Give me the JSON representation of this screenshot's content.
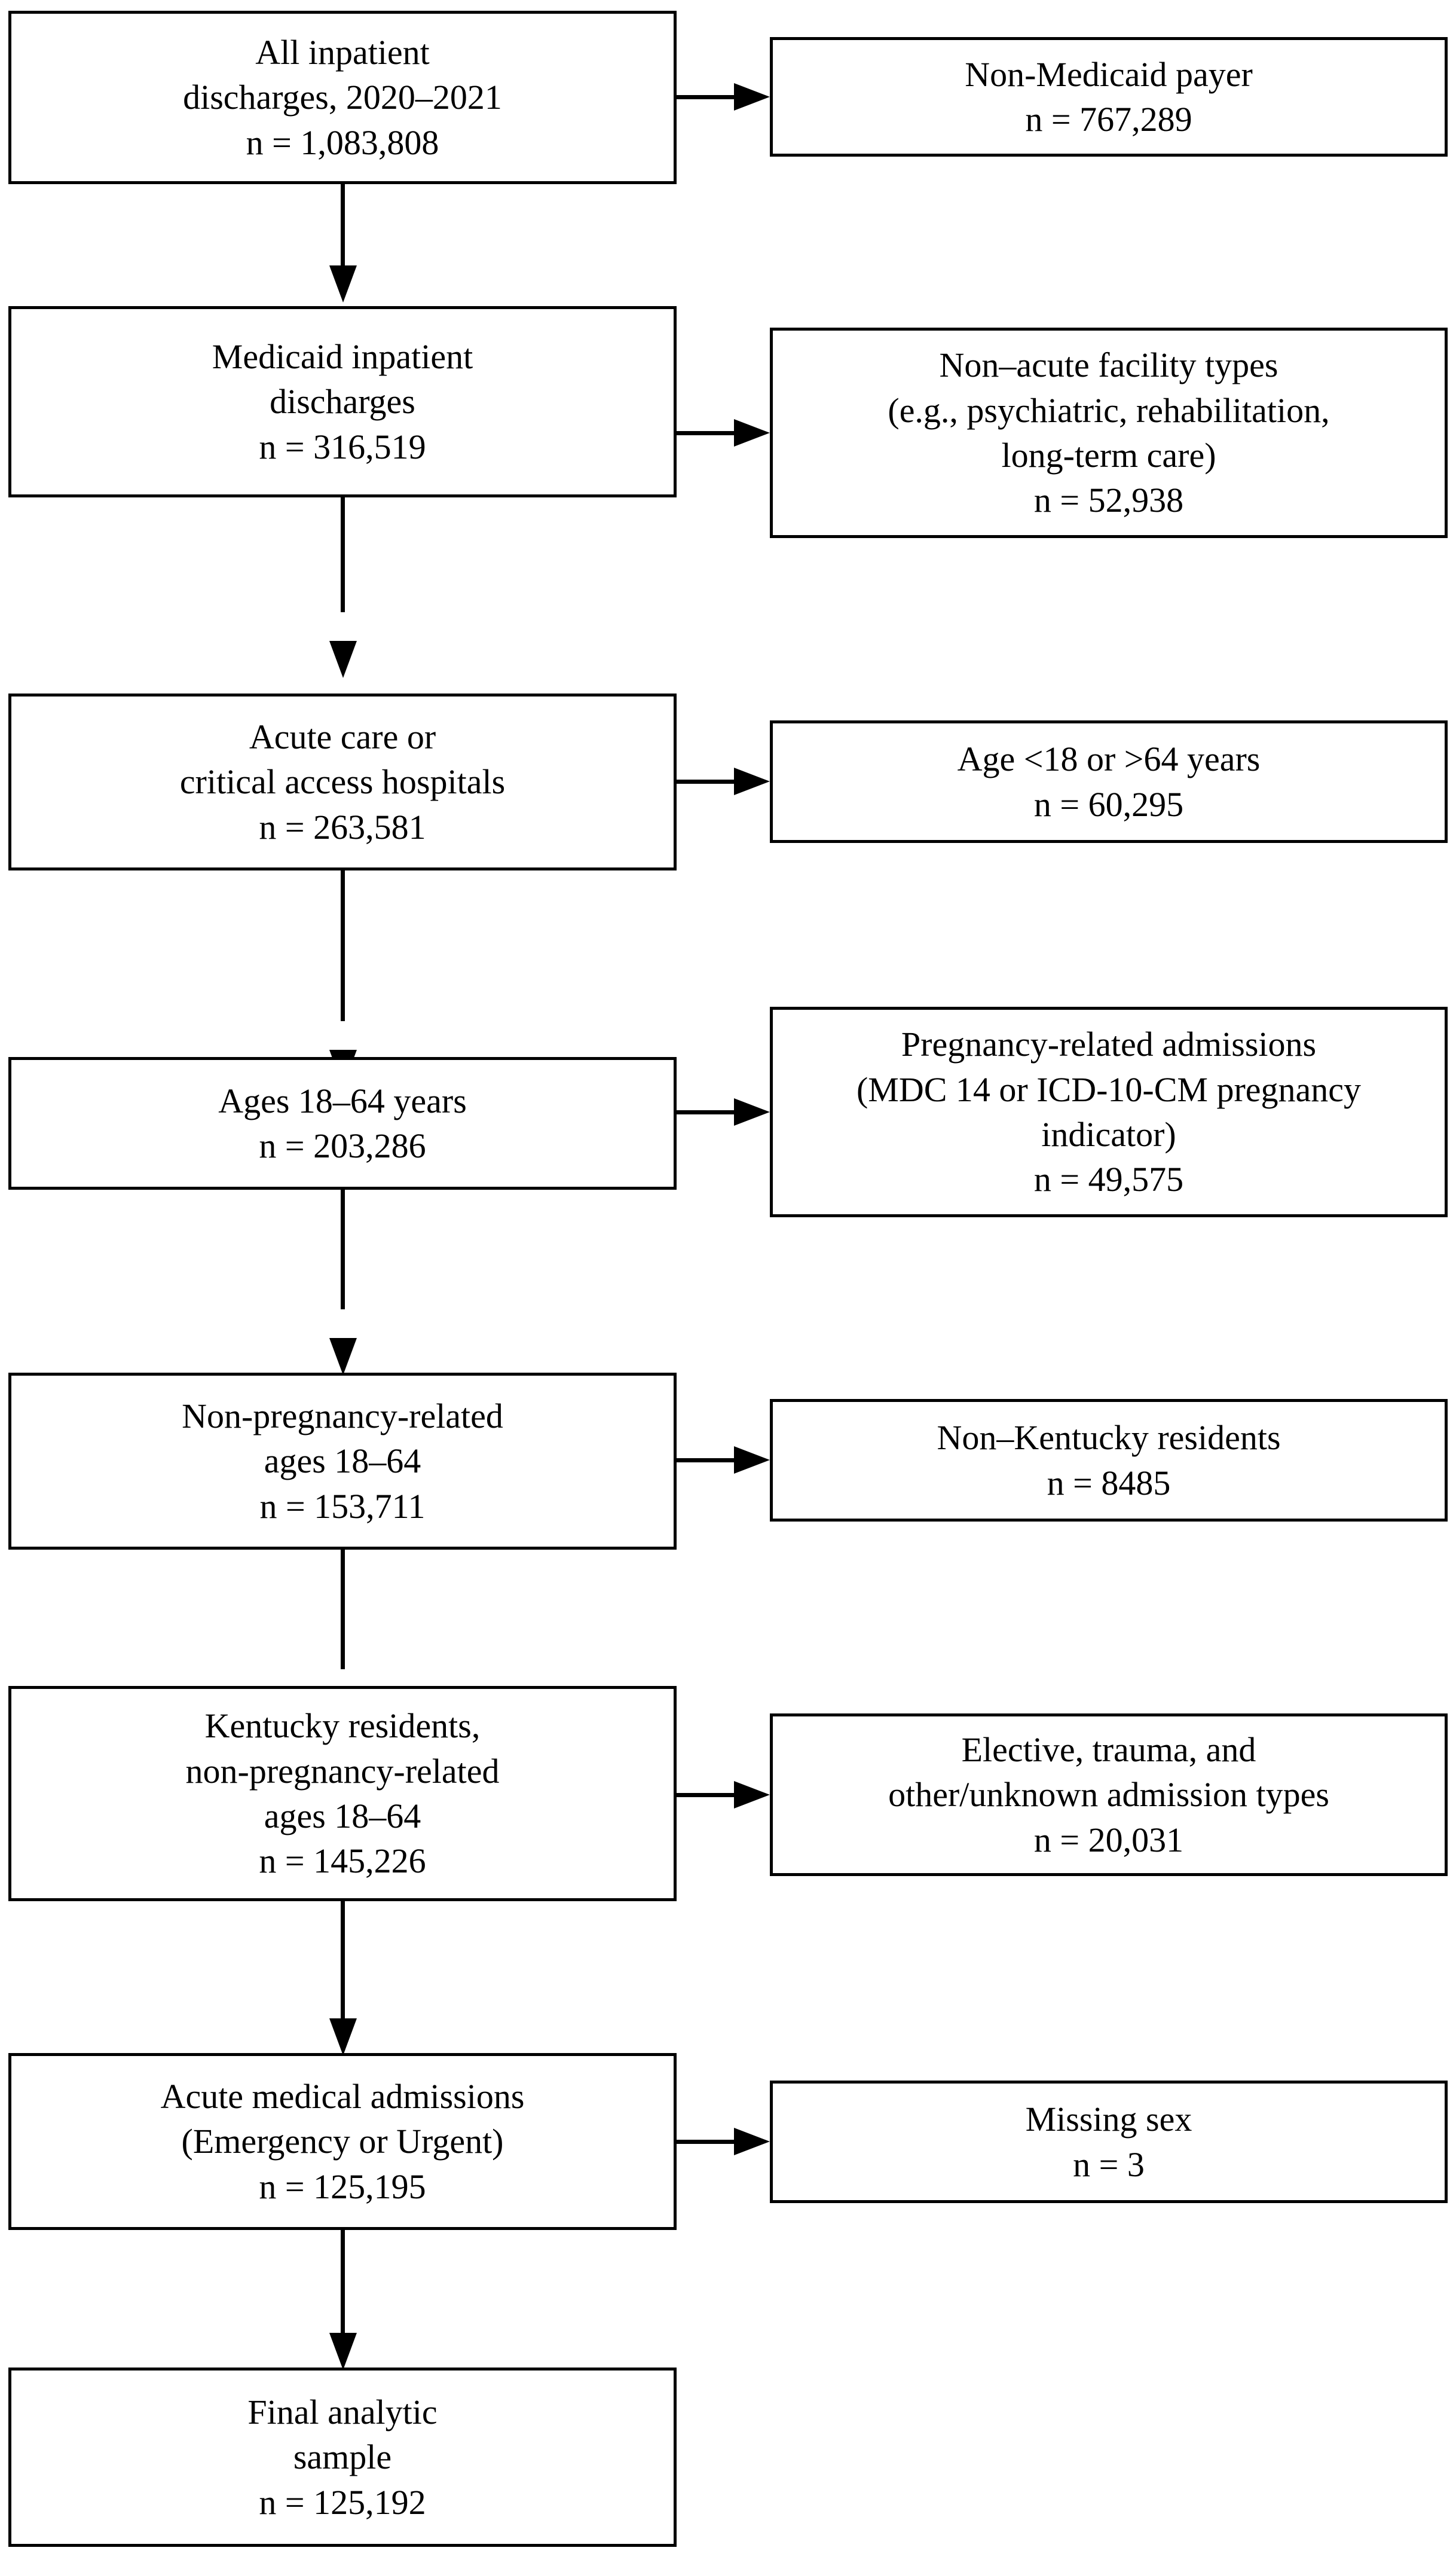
{
  "diagram": {
    "type": "flowchart",
    "title": "Study sample selection flow diagram",
    "orientation": "top-to-bottom with right-side exclusion branches",
    "colors": {
      "box_border": "#000000",
      "box_fill": "#ffffff",
      "connector": "#000000",
      "text": "#000000"
    }
  },
  "main_nodes": [
    {
      "id": "all-discharges",
      "lines": [
        "All inpatient",
        "discharges, 2020–2021",
        "n = 1,083,808"
      ],
      "count_label": "n = 1,083,808",
      "count_value": 1083808
    },
    {
      "id": "medicaid-discharges",
      "lines": [
        "Medicaid inpatient",
        "discharges",
        "n = 316,519"
      ],
      "count_label": "n = 316,519",
      "count_value": 316519
    },
    {
      "id": "acute-hospitals",
      "lines": [
        "Acute care or",
        "critical access hospitals",
        "n = 263,581"
      ],
      "count_label": "n = 263,581",
      "count_value": 263581
    },
    {
      "id": "ages-18-64",
      "lines": [
        "Ages 18–64 years",
        "n = 203,286"
      ],
      "count_label": "n = 203,286",
      "count_value": 203286
    },
    {
      "id": "non-pregnancy",
      "lines": [
        "Non-pregnancy-related",
        "ages 18–64",
        "n = 153,711"
      ],
      "count_label": "n = 153,711",
      "count_value": 153711
    },
    {
      "id": "kentucky-residents",
      "lines": [
        "Kentucky residents,",
        "non-pregnancy-related",
        "ages 18–64",
        "n = 145,226"
      ],
      "count_label": "n = 145,226",
      "count_value": 145226
    },
    {
      "id": "acute-medical",
      "lines": [
        "Acute medical admissions",
        "(Emergency or Urgent)",
        "n = 125,195"
      ],
      "count_label": "n = 125,195",
      "count_value": 125195
    },
    {
      "id": "final-sample",
      "lines": [
        "Final analytic",
        "sample",
        "n = 125,192"
      ],
      "count_label": "n = 125,192",
      "count_value": 125192
    }
  ],
  "exclusion_nodes": [
    {
      "id": "non-medicaid-payer",
      "lines": [
        "Non-Medicaid payer",
        "n = 767,289"
      ],
      "count_label": "n = 767,289",
      "count_value": 767289
    },
    {
      "id": "non-acute-facility",
      "lines": [
        "Non–acute facility types",
        "(e.g., psychiatric, rehabilitation,",
        "long-term care)",
        "n = 52,938"
      ],
      "count_label": "n = 52,938",
      "count_value": 52938
    },
    {
      "id": "age-out-of-range",
      "lines": [
        "Age <18 or >64 years",
        "n = 60,295"
      ],
      "count_label": "n = 60,295",
      "count_value": 60295
    },
    {
      "id": "pregnancy-related",
      "lines": [
        "Pregnancy-related admissions",
        "(MDC 14 or ICD-10-CM pregnancy",
        "indicator)",
        "n = 49,575"
      ],
      "count_label": "n = 49,575",
      "count_value": 49575
    },
    {
      "id": "non-kentucky",
      "lines": [
        "Non–Kentucky residents",
        "n = 8485"
      ],
      "count_label": "n = 8485",
      "count_value": 8485
    },
    {
      "id": "elective-trauma",
      "lines": [
        "Elective, trauma, and",
        "other/unknown admission types",
        "n = 20,031"
      ],
      "count_label": "n = 20,031",
      "count_value": 20031
    },
    {
      "id": "missing-sex",
      "lines": [
        "Missing sex",
        "n = 3"
      ],
      "count_label": "n = 3",
      "count_value": 3
    }
  ]
}
